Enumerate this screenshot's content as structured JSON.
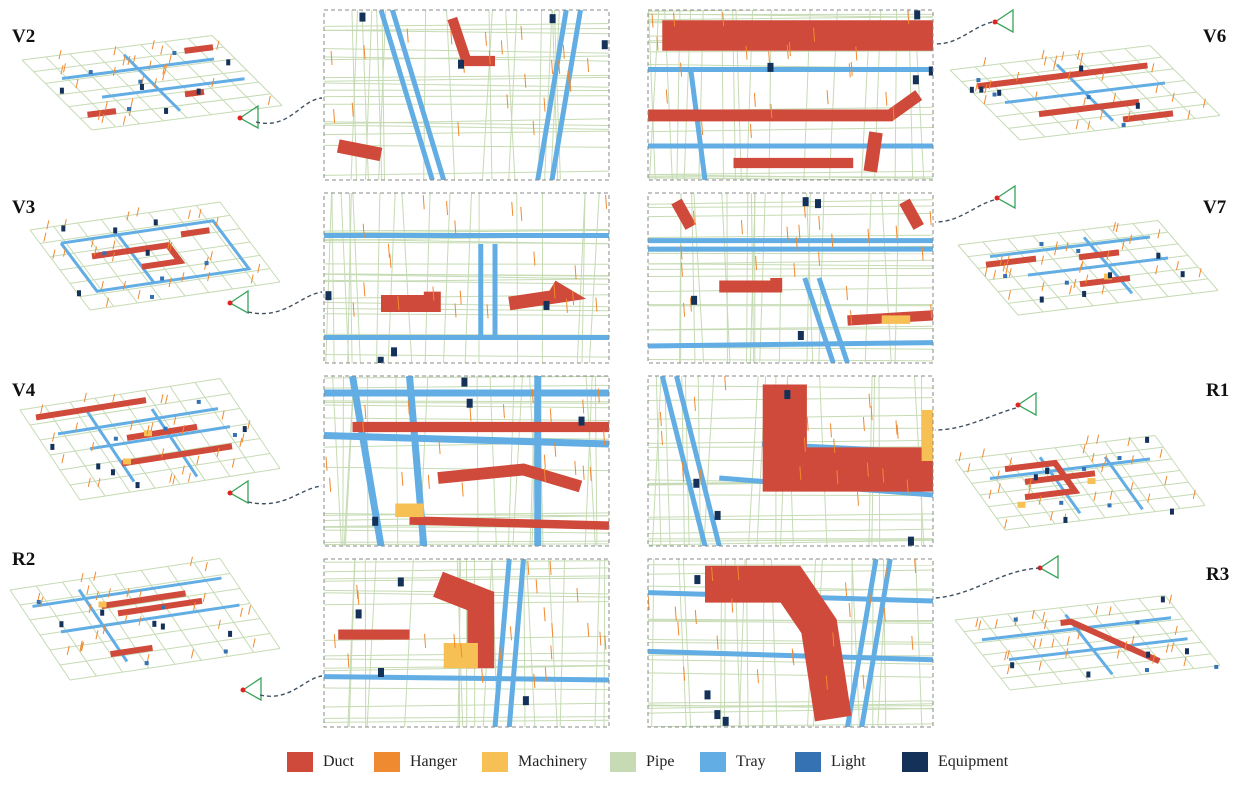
{
  "scene_labels": [
    "V2",
    "V6",
    "V3",
    "V7",
    "V4",
    "R1",
    "R2",
    "R3"
  ],
  "legend": [
    {
      "label": "Duct",
      "color": "#cf4a3a"
    },
    {
      "label": "Hanger",
      "color": "#f08a30"
    },
    {
      "label": "Machinery",
      "color": "#f7c055"
    },
    {
      "label": "Pipe",
      "color": "#c6dbb4"
    },
    {
      "label": "Tray",
      "color": "#62ade3"
    },
    {
      "label": "Light",
      "color": "#3572b4"
    },
    {
      "label": "Equipment",
      "color": "#14315a"
    }
  ]
}
